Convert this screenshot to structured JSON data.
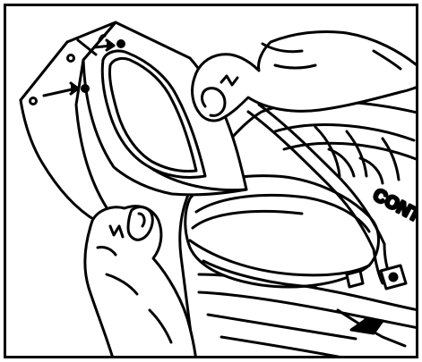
{
  "illustration": {
    "brand_text": "CONT",
    "colors": {
      "line": "#000000",
      "fill": "#ffffff"
    },
    "icons": [
      "hand-left",
      "hand-right",
      "visor",
      "helmet",
      "hinge-pin"
    ]
  }
}
